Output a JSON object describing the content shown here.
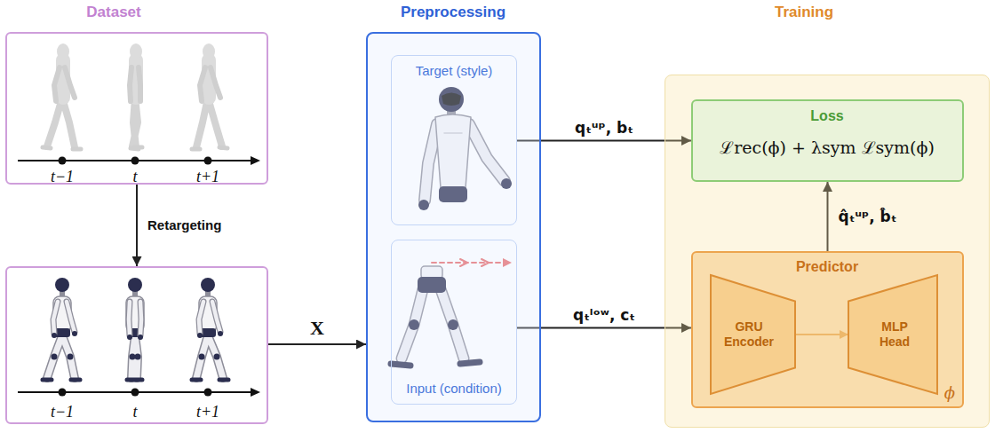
{
  "diagram": {
    "nodes": [
      {
        "text": [
          "t−1",
          "t",
          "t+1"
        ]
      },
      {
        "text": [
          "t−1",
          "t",
          "t+1"
        ]
      },
      {
        "text": [
          "Preprocessing"
        ]
      },
      {
        "text": [
          "Target (style)"
        ],
        "in": 2
      },
      {
        "text": [
          "Input (condition)"
        ],
        "in": 2
      },
      {
        "text": [
          "Training"
        ]
      },
      {
        "text": [
          "Loss",
          "ℒrec(ϕ) + λsym ℒsym(ϕ)"
        ],
        "in": 5
      },
      {
        "text": [
          "Predictor",
          "ϕ"
        ],
        "in": 5
      },
      {
        "text": [
          "GRU Encoder"
        ],
        "in": 7
      },
      {
        "text": [
          "MLP Head"
        ],
        "in": 7
      }
    ],
    "edges": [
      {
        "from": 0,
        "to": 1,
        "label": "Retargeting",
        "arrow": "to"
      },
      {
        "from": 1,
        "to": 2,
        "label": "X",
        "arrow": "to"
      },
      {
        "from": 3,
        "to": 6,
        "label": "qₜᵘᵖ, bₜ",
        "arrow": "to"
      },
      {
        "from": 4,
        "to": 7,
        "label": "qₜˡᵒʷ, cₜ",
        "arrow": "to"
      },
      {
        "from": 7,
        "to": 6,
        "label": "q̂ₜᵘᵖ, b̂ₜ",
        "arrow": "to"
      },
      {
        "from": 8,
        "to": 9,
        "arrow": "to"
      }
    ],
    "labels": [
      "Dataset"
    ]
  }
}
